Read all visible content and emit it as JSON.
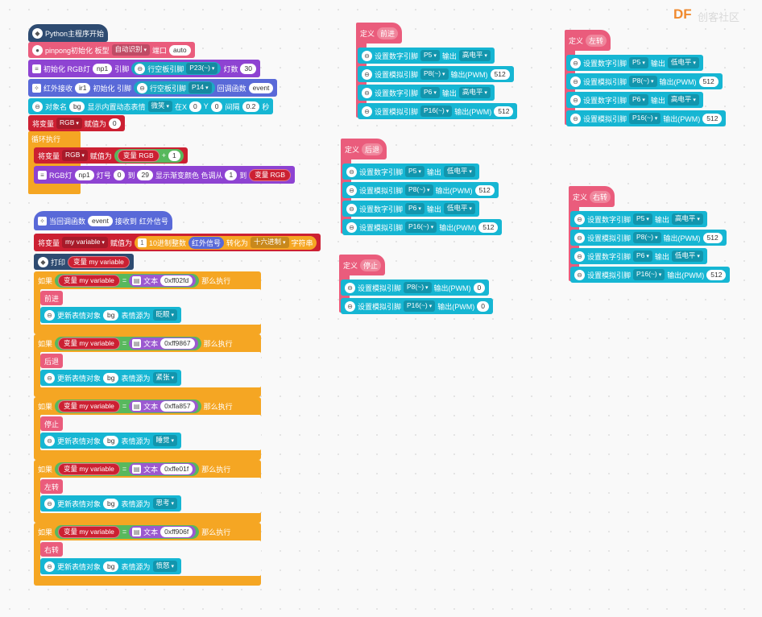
{
  "logo": {
    "df": "DF",
    "text": "创客社区"
  },
  "main": {
    "start": "Python主程序开始",
    "init": {
      "label": "pinpong初始化 板型",
      "board": "自动识别",
      "port_label": "端口",
      "port": "auto"
    },
    "rgb_init": {
      "l1": "初始化 RGB灯",
      "np": "np1",
      "l2": "引脚",
      "pin": "P23(~)",
      "pin_label": "行空板引脚",
      "l3": "灯数",
      "count": "30"
    },
    "ir": {
      "l1": "红外接收",
      "ir": "ir1",
      "l2": "初始化 引脚",
      "pin_label": "行空板引脚",
      "pin": "P14",
      "l3": "回调函数",
      "cb": "event"
    },
    "face": {
      "l1": "对象名",
      "obj": "bg",
      "l2": "显示内置动态表情",
      "expr": "微笑",
      "l3": "在X",
      "x": "0",
      "l4": "Y",
      "y": "0",
      "l5": "间隔",
      "interval": "0.2",
      "l6": "秒"
    },
    "set_rgb": {
      "l1": "将变量",
      "var": "RGB",
      "l2": "赋值为",
      "val": "0"
    },
    "loop": "循环执行",
    "loop_set": {
      "l1": "将变量",
      "var": "RGB",
      "l2": "赋值为",
      "v": "变量 RGB",
      "plus": "+",
      "n": "1"
    },
    "loop_rgb": {
      "l1": "RGB灯",
      "np": "np1",
      "l2": "灯号",
      "from": "0",
      "l3": "到",
      "to": "29",
      "l4": "显示渐变颜色 色调从",
      "h1": "1",
      "l5": "到",
      "h2": "变量 RGB"
    }
  },
  "callback": {
    "hat": {
      "l1": "当回调函数",
      "fn": "event",
      "l2": "接收到",
      "l3": "红外信号"
    },
    "set_var": {
      "l1": "将变量",
      "var": "my variable",
      "l2": "赋值为",
      "l3": "10进制整数",
      "sig": "红外信号",
      "l4": "转化为",
      "fmt": "十六进制",
      "l5": "字符串"
    },
    "print": {
      "l1": "打印",
      "v": "变量 my variable"
    },
    "conds": [
      {
        "if": "如果",
        "var": "变量 my variable",
        "eq": "=",
        "txt": "文本",
        "code": "0xff02fd",
        "then": "那么执行",
        "call": "前进",
        "upd": "更新表情对象",
        "obj": "bg",
        "src": "表情源为",
        "expr": "眨眼"
      },
      {
        "if": "如果",
        "var": "变量 my variable",
        "eq": "=",
        "txt": "文本",
        "code": "0xff9867",
        "then": "那么执行",
        "call": "后退",
        "upd": "更新表情对象",
        "obj": "bg",
        "src": "表情源为",
        "expr": "紧张"
      },
      {
        "if": "如果",
        "var": "变量 my variable",
        "eq": "=",
        "txt": "文本",
        "code": "0xffa857",
        "then": "那么执行",
        "call": "停止",
        "upd": "更新表情对象",
        "obj": "bg",
        "src": "表情源为",
        "expr": "睡觉"
      },
      {
        "if": "如果",
        "var": "变量 my variable",
        "eq": "=",
        "txt": "文本",
        "code": "0xffe01f",
        "then": "那么执行",
        "call": "左转",
        "upd": "更新表情对象",
        "obj": "bg",
        "src": "表情源为",
        "expr": "思考"
      },
      {
        "if": "如果",
        "var": "变量 my variable",
        "eq": "=",
        "txt": "文本",
        "code": "0xff906f",
        "then": "那么执行",
        "call": "右转",
        "upd": "更新表情对象",
        "obj": "bg",
        "src": "表情源为",
        "expr": "愤怒"
      }
    ]
  },
  "funcs": [
    {
      "def": "定义",
      "name": "前进",
      "rows": [
        {
          "a": "设置数字引脚",
          "p": "P5",
          "b": "输出",
          "v": "高电平",
          "pwm": false
        },
        {
          "a": "设置模拟引脚",
          "p": "P8(~)",
          "b": "输出(PWM)",
          "v": "512",
          "pwm": true
        },
        {
          "a": "设置数字引脚",
          "p": "P6",
          "b": "输出",
          "v": "高电平",
          "pwm": false
        },
        {
          "a": "设置模拟引脚",
          "p": "P16(~)",
          "b": "输出(PWM)",
          "v": "512",
          "pwm": true
        }
      ]
    },
    {
      "def": "定义",
      "name": "后退",
      "rows": [
        {
          "a": "设置数字引脚",
          "p": "P5",
          "b": "输出",
          "v": "低电平",
          "pwm": false
        },
        {
          "a": "设置模拟引脚",
          "p": "P8(~)",
          "b": "输出(PWM)",
          "v": "512",
          "pwm": true
        },
        {
          "a": "设置数字引脚",
          "p": "P6",
          "b": "输出",
          "v": "低电平",
          "pwm": false
        },
        {
          "a": "设置模拟引脚",
          "p": "P16(~)",
          "b": "输出(PWM)",
          "v": "512",
          "pwm": true
        }
      ]
    },
    {
      "def": "定义",
      "name": "停止",
      "rows": [
        {
          "a": "设置模拟引脚",
          "p": "P8(~)",
          "b": "输出(PWM)",
          "v": "0",
          "pwm": true
        },
        {
          "a": "设置模拟引脚",
          "p": "P16(~)",
          "b": "输出(PWM)",
          "v": "0",
          "pwm": true
        }
      ]
    },
    {
      "def": "定义",
      "name": "左转",
      "rows": [
        {
          "a": "设置数字引脚",
          "p": "P5",
          "b": "输出",
          "v": "低电平",
          "pwm": false
        },
        {
          "a": "设置模拟引脚",
          "p": "P8(~)",
          "b": "输出(PWM)",
          "v": "512",
          "pwm": true
        },
        {
          "a": "设置数字引脚",
          "p": "P6",
          "b": "输出",
          "v": "高电平",
          "pwm": false
        },
        {
          "a": "设置模拟引脚",
          "p": "P16(~)",
          "b": "输出(PWM)",
          "v": "512",
          "pwm": true
        }
      ]
    },
    {
      "def": "定义",
      "name": "右转",
      "rows": [
        {
          "a": "设置数字引脚",
          "p": "P5",
          "b": "输出",
          "v": "高电平",
          "pwm": false
        },
        {
          "a": "设置模拟引脚",
          "p": "P8(~)",
          "b": "输出(PWM)",
          "v": "512",
          "pwm": true
        },
        {
          "a": "设置数字引脚",
          "p": "P6",
          "b": "输出",
          "v": "低电平",
          "pwm": false
        },
        {
          "a": "设置模拟引脚",
          "p": "P16(~)",
          "b": "输出(PWM)",
          "v": "512",
          "pwm": true
        }
      ]
    }
  ]
}
